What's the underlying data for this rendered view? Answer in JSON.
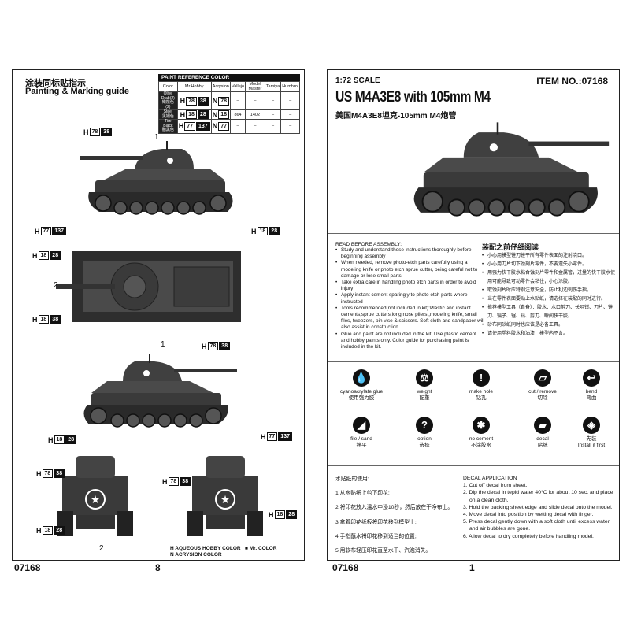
{
  "left_page": {
    "title_cn": "涂装同标贴指示",
    "title_en": "Painting & Marking guide",
    "page_code": "07168",
    "page_number": "8",
    "paint_table": {
      "title": "PAINT REFERENCE COLOR",
      "headers": [
        "Color",
        "Mr.Hobby",
        "Acrysion",
        "Vallejo",
        "Model Master",
        "Tamiya",
        "Humbrol"
      ],
      "rows": [
        {
          "color": "Olive Drab(2)",
          "color_cn": "橄榄色(2)",
          "h": "78",
          "mr": "38",
          "n": "78",
          "vallejo": "–",
          "model_master": "–",
          "tamiya": "–",
          "humbrol": "–"
        },
        {
          "color": "Steel",
          "color_cn": "黑钢色",
          "h": "18",
          "mr": "28",
          "n": "18",
          "vallejo": "864",
          "model_master": "1402",
          "tamiya": "–",
          "humbrol": "–"
        },
        {
          "color": "Tire Black",
          "color_cn": "胎黑色",
          "h": "77",
          "mr": "137",
          "n": "77",
          "vallejo": "–",
          "model_master": "–",
          "tamiya": "–",
          "humbrol": "–"
        }
      ]
    },
    "callouts": [
      {
        "h": "78",
        "mr": "38"
      },
      {
        "h": "77",
        "mr": "137"
      },
      {
        "h": "18",
        "mr": "28"
      },
      {
        "h": "18",
        "mr": "28"
      },
      {
        "h": "18",
        "mr": "38"
      },
      {
        "h": "78",
        "mr": "38"
      },
      {
        "h": "18",
        "mr": "28"
      },
      {
        "h": "77",
        "mr": "137"
      },
      {
        "h": "78",
        "mr": "38"
      },
      {
        "h": "78",
        "mr": "38"
      },
      {
        "h": "18",
        "mr": "28"
      },
      {
        "h": "18",
        "mr": "28"
      }
    ],
    "decal_numbers": [
      "1",
      "2",
      "1",
      "2"
    ],
    "legend": {
      "h_prefix": "H",
      "n_prefix": "N",
      "h_label": "AQUEOUS HOBBY COLOR",
      "n_label": "ACRYSION COLOR",
      "mr_label": "Mr. COLOR"
    },
    "h_letter": "H",
    "n_letter": "N"
  },
  "right_page": {
    "scale": "1:72 SCALE",
    "item_no": "ITEM NO.:07168",
    "title": "US M4A3E8 with 105mm M4",
    "title_cn": "美国M4A3E8坦克-105mm M4炮管",
    "page_code": "07168",
    "page_number": "1",
    "read_before": {
      "heading": "READ BEFORE ASSEMBLY:",
      "items": [
        "Study and understand these instructions thoroughly before beginning assembly",
        "When needed, remove photo-etch parts carefully using a modeling knife or photo etch sprue cutter, being careful not to damage or lose small parts.",
        "Take extra care in handling photo etch parts in order to avoid injury",
        "Apply instant cement sparingly to photo etch parts where instructed",
        "Tools recommended(not included in kit):Plastic and instant cements,sprue cutters,long nose pliers,,modeling knife, small files, tweezers, pin vise & scissors. Soft cloth and sandpaper will also assist in construction",
        "Glue and paint are not included in the kit. Use plastic cement and hobby paints only. Color guide for purchasing paint is included in the kit."
      ]
    },
    "read_before_cn": {
      "heading": "装配之前仔细阅读",
      "items": [
        "小心用模型锉刀锉平所有零件表面的注射浇口。",
        "小心用刀片切下蚀刻片零件，不要遗失小零件。",
        "用强力快干胶水粘合蚀刻片零件和金属管，过量的快干胶水使用可能导致可动零件会粘住，小心涂胶。",
        "取蚀刻片时应特别注意安全，防止利边刺伤手指。",
        "当在零件表面要贴上水贴纸，请选择在装配的同时进行。",
        "推荐模型工具（自备）：胶水、水口剪刀、长咀钳、刀片、锉刀、镊子、锯、钻、剪刀、瞬间快干胶。",
        "砂布同砂纸同时也应该是必备工具。",
        "请使用塑料胶水和油漆，模型内不含。"
      ]
    },
    "icons": [
      {
        "name": "cyanoacrylate glue",
        "cn": "使用强力胶",
        "glyph": "💧"
      },
      {
        "name": "weight",
        "cn": "配重",
        "glyph": "⚖"
      },
      {
        "name": "make hole",
        "cn": "钻孔",
        "glyph": "!"
      },
      {
        "name": "cut / remove",
        "cn": "切除",
        "glyph": "▱"
      },
      {
        "name": "bend",
        "cn": "弯曲",
        "glyph": "↩"
      },
      {
        "name": "file / sand",
        "cn": "锉平",
        "glyph": "◢"
      },
      {
        "name": "option",
        "cn": "选择",
        "glyph": "?"
      },
      {
        "name": "no cement",
        "cn": "不涂胶水",
        "glyph": "✱"
      },
      {
        "name": "decal",
        "cn": "贴纸",
        "glyph": "▰"
      },
      {
        "name": "Install it first",
        "cn": "先装",
        "glyph": "◈"
      }
    ],
    "decal_cn": {
      "heading": "水贴纸的使用:",
      "steps": [
        "1.从水贴纸上剪下印花;",
        "2.将印花放入温水中浸10秒，然后放在干净布上。",
        "3.拿着印花纸板将印花移到模型上;",
        "4.手指蘸水将印花移到适当的位置;",
        "5.用软布轻压印花直至水干、汽泡消失。"
      ]
    },
    "decal_en": {
      "heading": "DECAL APPLICATION",
      "steps": [
        "1. Cut off decal from sheet.",
        "2. Dip the decal in tepid water 40°C for about 10 sec. and place on a clean cloth.",
        "3. Hold the backing sheet edge and slide decal onto the model.",
        "4. Move decal into position by wetting decal with finger.",
        "5. Press decal gently down with a soft cloth until excess water and air bubbles are gone.",
        "6. Allow decal to dry completely before handling model."
      ]
    }
  },
  "colors": {
    "tank": "#3a3a3a",
    "tank_dark": "#1c1c1c",
    "accent": "#111111"
  }
}
